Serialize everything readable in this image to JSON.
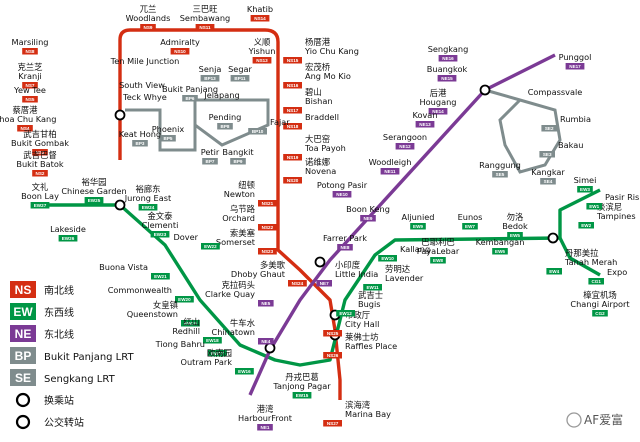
{
  "colors": {
    "ns": "#d42e12",
    "ew": "#009645",
    "ne": "#7b3a95",
    "lrt": "#7f8c8d",
    "code_ns": "#d42e12",
    "code_ew": "#009645",
    "code_ne": "#7b3a95",
    "code_lrt": "#7f8c8d"
  },
  "stations": [
    {
      "id": "woodlands",
      "zh": "兀兰",
      "en": "Woodlands",
      "code": "NS9",
      "line": "ns"
    },
    {
      "id": "sembawang",
      "zh": "三巴旺",
      "en": "Sembawang",
      "code": "NS11",
      "line": "ns"
    },
    {
      "id": "khatib",
      "zh": "",
      "en": "Khatib",
      "code": "NS14",
      "line": "ns"
    },
    {
      "id": "admiralty",
      "zh": "",
      "en": "Admiralty",
      "code": "NS10",
      "line": "ns"
    },
    {
      "id": "yishun",
      "zh": "义顺",
      "en": "Yishun",
      "code": "NS13",
      "line": "ns"
    },
    {
      "id": "marsiling",
      "zh": "",
      "en": "Marsiling",
      "code": "NS8",
      "line": "ns"
    },
    {
      "id": "kranji",
      "zh": "克兰芝",
      "en": "Kranji",
      "code": "NS7",
      "line": "ns"
    },
    {
      "id": "yewtee",
      "zh": "",
      "en": "Yew Tee",
      "code": "NS5",
      "line": "ns"
    },
    {
      "id": "cck",
      "zh": "蔡厝港",
      "en": "Choa Chu Kang",
      "code": "NS4",
      "line": "ns"
    },
    {
      "id": "bgombak",
      "zh": "武吉甘柏",
      "en": "Bukit Gombak",
      "code": "NS3",
      "line": "ns"
    },
    {
      "id": "bbatok",
      "zh": "武吉巴督",
      "en": "Bukit Batok",
      "code": "NS2",
      "line": "ns"
    },
    {
      "id": "yck",
      "zh": "杨厝港",
      "en": "Yio Chu Kang",
      "code": "NS15",
      "line": "ns"
    },
    {
      "id": "amk",
      "zh": "宏茂桥",
      "en": "Ang Mo Kio",
      "code": "NS16",
      "line": "ns"
    },
    {
      "id": "bishan",
      "zh": "碧山",
      "en": "Bishan",
      "code": "NS17",
      "line": "ns"
    },
    {
      "id": "braddell",
      "zh": "",
      "en": "Braddell",
      "code": "NS18",
      "line": "ns"
    },
    {
      "id": "toapayoh",
      "zh": "大巴窑",
      "en": "Toa Payoh",
      "code": "NS19",
      "line": "ns"
    },
    {
      "id": "novena",
      "zh": "诺维娜",
      "en": "Novena",
      "code": "NS20",
      "line": "ns"
    },
    {
      "id": "newton",
      "zh": "纽顿",
      "en": "Newton",
      "code": "NS21",
      "line": "ns"
    },
    {
      "id": "orchard",
      "zh": "乌节路",
      "en": "Orchard",
      "code": "NS22",
      "line": "ns"
    },
    {
      "id": "somerset",
      "zh": "索美塞",
      "en": "Somerset",
      "code": "NS23",
      "line": "ns"
    },
    {
      "id": "dhobyghaut",
      "zh": "多美歌",
      "en": "Dhoby Ghaut",
      "code": "NS24",
      "line": "ns"
    },
    {
      "id": "cityhall",
      "zh": "市政厅",
      "en": "City Hall",
      "code": "NS25",
      "line": "ns"
    },
    {
      "id": "rafflesplace",
      "zh": "莱佛士坊",
      "en": "Raffles Place",
      "code": "NS26",
      "line": "ns"
    },
    {
      "id": "marinabay",
      "zh": "滨海湾",
      "en": "Marina Bay",
      "code": "NS27",
      "line": "ns"
    },
    {
      "id": "tenmile",
      "zh": "",
      "en": "Ten Mile Junction",
      "code": "",
      "line": "lrt"
    },
    {
      "id": "stvw",
      "zh": "",
      "en": "South View",
      "code": "",
      "line": "lrt"
    },
    {
      "id": "teckwhye",
      "zh": "",
      "en": "Teck Whye",
      "code": "",
      "line": "lrt"
    },
    {
      "id": "bukitpanjang",
      "zh": "",
      "en": "Bukit Panjang",
      "code": "BP6",
      "line": "lrt"
    },
    {
      "id": "senja",
      "zh": "",
      "en": "Senja",
      "code": "BP13",
      "line": "lrt"
    },
    {
      "id": "segar",
      "zh": "",
      "en": "Segar",
      "code": "BP11",
      "line": "lrt"
    },
    {
      "id": "jelapang",
      "zh": "",
      "en": "Jelapang",
      "code": "",
      "line": "lrt"
    },
    {
      "id": "pending",
      "zh": "",
      "en": "Pending",
      "code": "BP8",
      "line": "lrt"
    },
    {
      "id": "fajar",
      "zh": "",
      "en": "Fajar",
      "code": "BP10",
      "line": "lrt"
    },
    {
      "id": "keathong",
      "zh": "",
      "en": "Keat Hong",
      "code": "BP3",
      "line": "lrt"
    },
    {
      "id": "phoenix",
      "zh": "",
      "en": "Phoenix",
      "code": "BP5",
      "line": "lrt"
    },
    {
      "id": "petir",
      "zh": "",
      "en": "Petir",
      "code": "BP7",
      "line": "lrt"
    },
    {
      "id": "bangkit",
      "zh": "",
      "en": "Bangkit",
      "code": "BP9",
      "line": "lrt"
    },
    {
      "id": "boonlay",
      "zh": "文礼",
      "en": "Boon Lay",
      "code": "EW27",
      "line": "ew"
    },
    {
      "id": "lakeside",
      "zh": "",
      "en": "Lakeside",
      "code": "EW26",
      "line": "ew"
    },
    {
      "id": "chinesegarden",
      "zh": "裕华园",
      "en": "Chinese Garden",
      "code": "EW25",
      "line": "ew"
    },
    {
      "id": "jurongeast",
      "zh": "裕廊东",
      "en": "Jurong East",
      "code": "EW24",
      "line": "ew"
    },
    {
      "id": "clementi",
      "zh": "金文泰",
      "en": "Clementi",
      "code": "EW23",
      "line": "ew"
    },
    {
      "id": "dover",
      "zh": "",
      "en": "Dover",
      "code": "EW22",
      "line": "ew"
    },
    {
      "id": "buonavista",
      "zh": "",
      "en": "Buona Vista",
      "code": "EW21",
      "line": "ew"
    },
    {
      "id": "commonwealth",
      "zh": "",
      "en": "Commonwealth",
      "code": "EW20",
      "line": "ew"
    },
    {
      "id": "queenstown",
      "zh": "女皇镇",
      "en": "Queenstown",
      "code": "EW19",
      "line": "ew"
    },
    {
      "id": "redhill",
      "zh": "红山",
      "en": "Redhill",
      "code": "EW18",
      "line": "ew"
    },
    {
      "id": "tiongbahru",
      "zh": "",
      "en": "Tiong Bahru",
      "code": "EW17",
      "line": "ew"
    },
    {
      "id": "outrampark",
      "zh": "欧南园",
      "en": "Outram Park",
      "code": "EW16",
      "line": "ew"
    },
    {
      "id": "tanjongpagar",
      "zh": "丹戎巴葛",
      "en": "Tanjong Pagar",
      "code": "EW15",
      "line": "ew"
    },
    {
      "id": "bugis",
      "zh": "武吉士",
      "en": "Bugis",
      "code": "EW12",
      "line": "ew"
    },
    {
      "id": "lavender",
      "zh": "劳明达",
      "en": "Lavender",
      "code": "EW11",
      "line": "ew"
    },
    {
      "id": "kallang",
      "zh": "",
      "en": "Kallang",
      "code": "EW10",
      "line": "ew"
    },
    {
      "id": "aljunied",
      "zh": "",
      "en": "Aljunied",
      "code": "EW9",
      "line": "ew"
    },
    {
      "id": "payalebar",
      "zh": "巴耶利巴",
      "en": "PayaLebar",
      "code": "EW8",
      "line": "ew"
    },
    {
      "id": "eunos",
      "zh": "",
      "en": "Eunos",
      "code": "EW7",
      "line": "ew"
    },
    {
      "id": "kembangan",
      "zh": "",
      "en": "Kembangan",
      "code": "EW6",
      "line": "ew"
    },
    {
      "id": "bedok",
      "zh": "勿洛",
      "en": "Bedok",
      "code": "EW5",
      "line": "ew"
    },
    {
      "id": "tanahmerah",
      "zh": "丹那美拉",
      "en": "Tanah Merah",
      "code": "EW4",
      "line": "ew"
    },
    {
      "id": "simei",
      "zh": "",
      "en": "Simei",
      "code": "EW3",
      "line": "ew"
    },
    {
      "id": "tampines",
      "zh": "淡滨尼",
      "en": "Tampines",
      "code": "EW2",
      "line": "ew"
    },
    {
      "id": "pasirris",
      "zh": "",
      "en": "Pasir Ris",
      "code": "EW1",
      "line": "ew"
    },
    {
      "id": "expo",
      "zh": "",
      "en": "Expo",
      "code": "CG1",
      "line": "ew"
    },
    {
      "id": "changi",
      "zh": "樟宜机场",
      "en": "Changi Airport",
      "code": "CG2",
      "line": "ew"
    },
    {
      "id": "punggol",
      "zh": "",
      "en": "Punggol",
      "code": "NE17",
      "line": "ne"
    },
    {
      "id": "sengkang",
      "zh": "",
      "en": "Sengkang",
      "code": "NE16",
      "line": "ne"
    },
    {
      "id": "buangkok",
      "zh": "",
      "en": "Buangkok",
      "code": "NE15",
      "line": "ne"
    },
    {
      "id": "hougang",
      "zh": "后港",
      "en": "Hougang",
      "code": "NE14",
      "line": "ne"
    },
    {
      "id": "kovan",
      "zh": "",
      "en": "Kovan",
      "code": "NE13",
      "line": "ne"
    },
    {
      "id": "serangoon",
      "zh": "",
      "en": "Serangoon",
      "code": "NE12",
      "line": "ne"
    },
    {
      "id": "woodleigh",
      "zh": "",
      "en": "Woodleigh",
      "code": "NE11",
      "line": "ne"
    },
    {
      "id": "potongpasir",
      "zh": "",
      "en": "Potong Pasir",
      "code": "NE10",
      "line": "ne"
    },
    {
      "id": "boonkeng",
      "zh": "",
      "en": "Boon Keng",
      "code": "NE9",
      "line": "ne"
    },
    {
      "id": "farrerpark",
      "zh": "",
      "en": "Farrer Park",
      "code": "NE8",
      "line": "ne"
    },
    {
      "id": "littleindia",
      "zh": "小印度",
      "en": "Little India",
      "code": "NE7",
      "line": "ne"
    },
    {
      "id": "clarkequay",
      "zh": "克拉码头",
      "en": "Clarke Quay",
      "code": "NE5",
      "line": "ne"
    },
    {
      "id": "chinatown",
      "zh": "牛车水",
      "en": "Chinatown",
      "code": "NE4",
      "line": "ne"
    },
    {
      "id": "harbourfront",
      "zh": "港湾",
      "en": "HarbourFront",
      "code": "NE1",
      "line": "ne"
    },
    {
      "id": "compassvale",
      "zh": "",
      "en": "Compassvale",
      "code": "",
      "line": "lrt"
    },
    {
      "id": "rumbia",
      "zh": "",
      "en": "Rumbia",
      "code": "SE2",
      "line": "lrt"
    },
    {
      "id": "bakau",
      "zh": "",
      "en": "Bakau",
      "code": "SE3",
      "line": "lrt"
    },
    {
      "id": "kangkar",
      "zh": "",
      "en": "Kangkar",
      "code": "SE4",
      "line": "lrt"
    },
    {
      "id": "ranggung",
      "zh": "",
      "en": "Ranggung",
      "code": "SE5",
      "line": "lrt"
    }
  ],
  "legend": [
    {
      "code": "NS",
      "label": "南北线",
      "color": "#d42e12",
      "kind": "box"
    },
    {
      "code": "EW",
      "label": "东西线",
      "color": "#009645",
      "kind": "box"
    },
    {
      "code": "NE",
      "label": "东北线",
      "color": "#7b3a95",
      "kind": "box"
    },
    {
      "code": "BP",
      "label": "Bukit Panjang LRT",
      "color": "#7f8c8d",
      "kind": "box"
    },
    {
      "code": "SE",
      "label": "Sengkang LRT",
      "color": "#7f8c8d",
      "kind": "box"
    },
    {
      "code": "",
      "label": "换乘站",
      "color": "#000000",
      "kind": "ring"
    },
    {
      "code": "",
      "label": "公交转站",
      "color": "#000000",
      "kind": "ring"
    }
  ],
  "watermark": "AF爱富",
  "partial_label": "Harbour"
}
